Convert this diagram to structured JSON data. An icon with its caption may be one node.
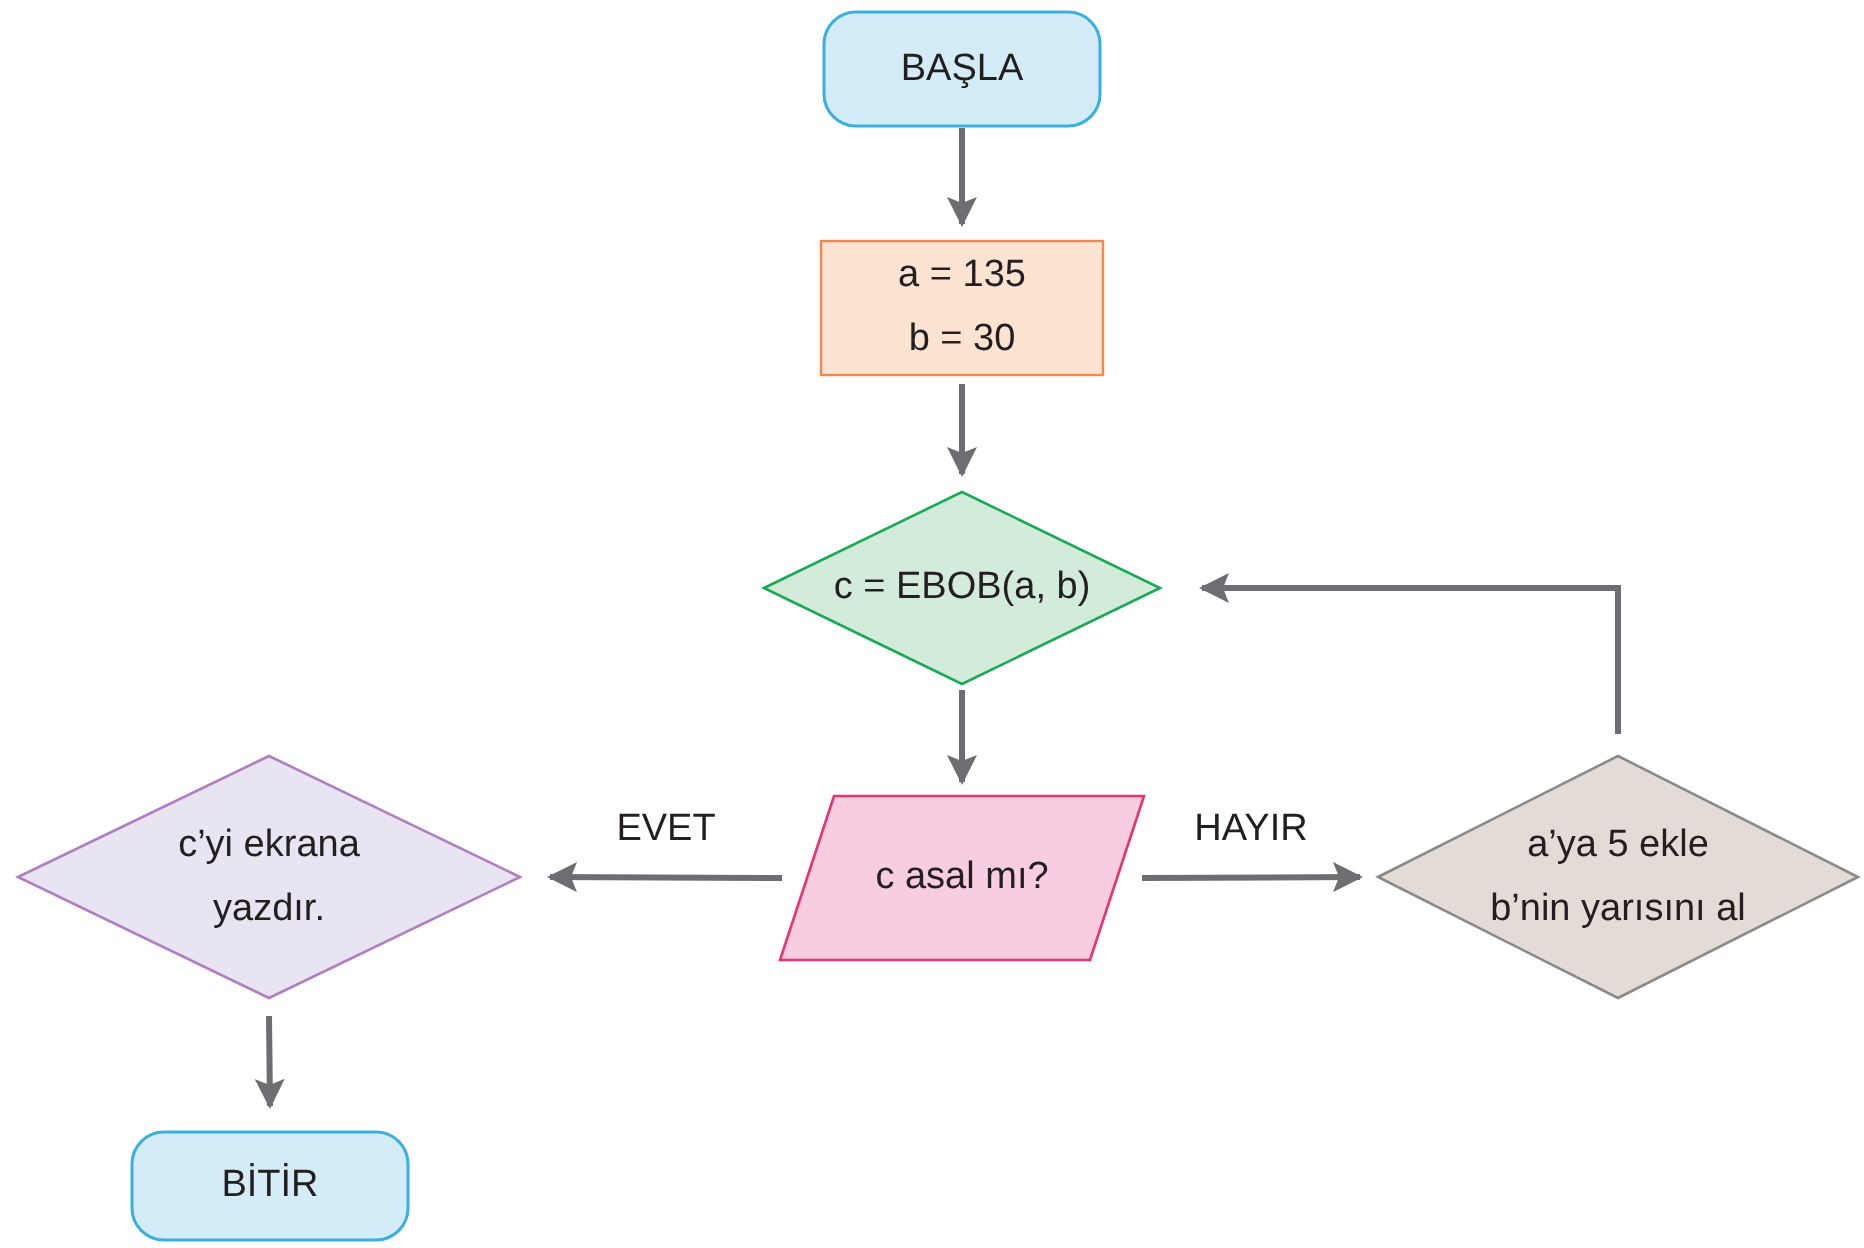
{
  "diagram": {
    "nodes": [
      {
        "text": [
          "BAŞLA"
        ]
      },
      {
        "text": [
          "a = 135",
          "b = 30"
        ]
      },
      {
        "text": [
          "c = EBOB(a, b)"
        ]
      },
      {
        "text": [
          "c asal mı?"
        ]
      },
      {
        "text": [
          "c’yi ekrana yazdır."
        ]
      },
      {
        "text": [
          "BİTİR"
        ]
      },
      {
        "text": [
          "a’ya 5 ekle",
          "b’nin yarısını al"
        ]
      }
    ],
    "edges": [
      {
        "from": 0,
        "to": 1,
        "arrow": "to"
      },
      {
        "from": 1,
        "to": 2,
        "arrow": "to"
      },
      {
        "from": 2,
        "to": 3,
        "arrow": "to"
      },
      {
        "from": 3,
        "to": 4,
        "arrow": "to",
        "label": "EVET"
      },
      {
        "from": 3,
        "to": 6,
        "arrow": "to",
        "label": "HAYIR"
      },
      {
        "from": 6,
        "to": 2,
        "arrow": "to"
      },
      {
        "from": 4,
        "to": 5,
        "arrow": "to"
      }
    ]
  }
}
